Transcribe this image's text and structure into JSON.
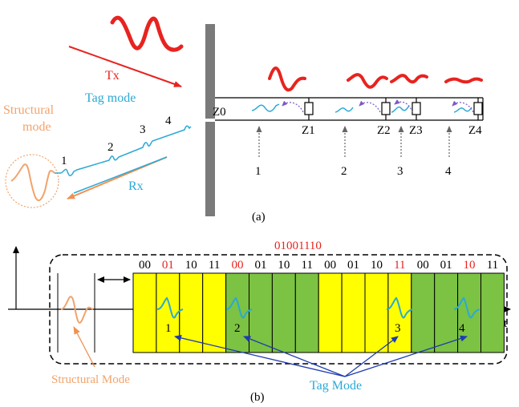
{
  "panel_a": {
    "tx_label": "Tx",
    "rx_label": "Rx",
    "tag_mode_label": "Tag mode",
    "structural_label_line1": "Structural",
    "structural_label_line2": "mode",
    "caption": "(a)",
    "port_label": "Z0",
    "loads": [
      "Z1",
      "Z2",
      "Z3",
      "Z4"
    ],
    "echo_numbers": [
      "1",
      "2",
      "3",
      "4"
    ],
    "position_numbers": [
      "1",
      "2",
      "3",
      "4"
    ]
  },
  "panel_b": {
    "bitstring": "01001110",
    "caption": "(b)",
    "axis_label": "t",
    "groups": [
      {
        "codes": [
          "00",
          "01",
          "10",
          "11"
        ],
        "selected": "01",
        "color": "yellow"
      },
      {
        "codes": [
          "00",
          "01",
          "10",
          "11"
        ],
        "selected": "00",
        "color": "green"
      },
      {
        "codes": [
          "00",
          "01",
          "10",
          "11"
        ],
        "selected": "11",
        "color": "yellow"
      },
      {
        "codes": [
          "00",
          "01",
          "10",
          "11"
        ],
        "selected": "10",
        "color": "green"
      }
    ],
    "pulse_numbers": [
      "1",
      "2",
      "3",
      "4"
    ],
    "structural_mode_label": "Structural Mode",
    "tag_mode_label": "Tag Mode"
  },
  "colors": {
    "tx_red": "#e8231f",
    "tag_blue": "#2aa9d6",
    "structural_orange": "#f2a36c",
    "rx_orange": "#f09050",
    "slot_yellow": "#ffff00",
    "slot_green": "#7cc243",
    "selected_red": "#e8231f",
    "arrow_navy": "#1f3bb0",
    "wall_gray": "#7a7a7a",
    "dashed_purple": "#7b57c8"
  }
}
